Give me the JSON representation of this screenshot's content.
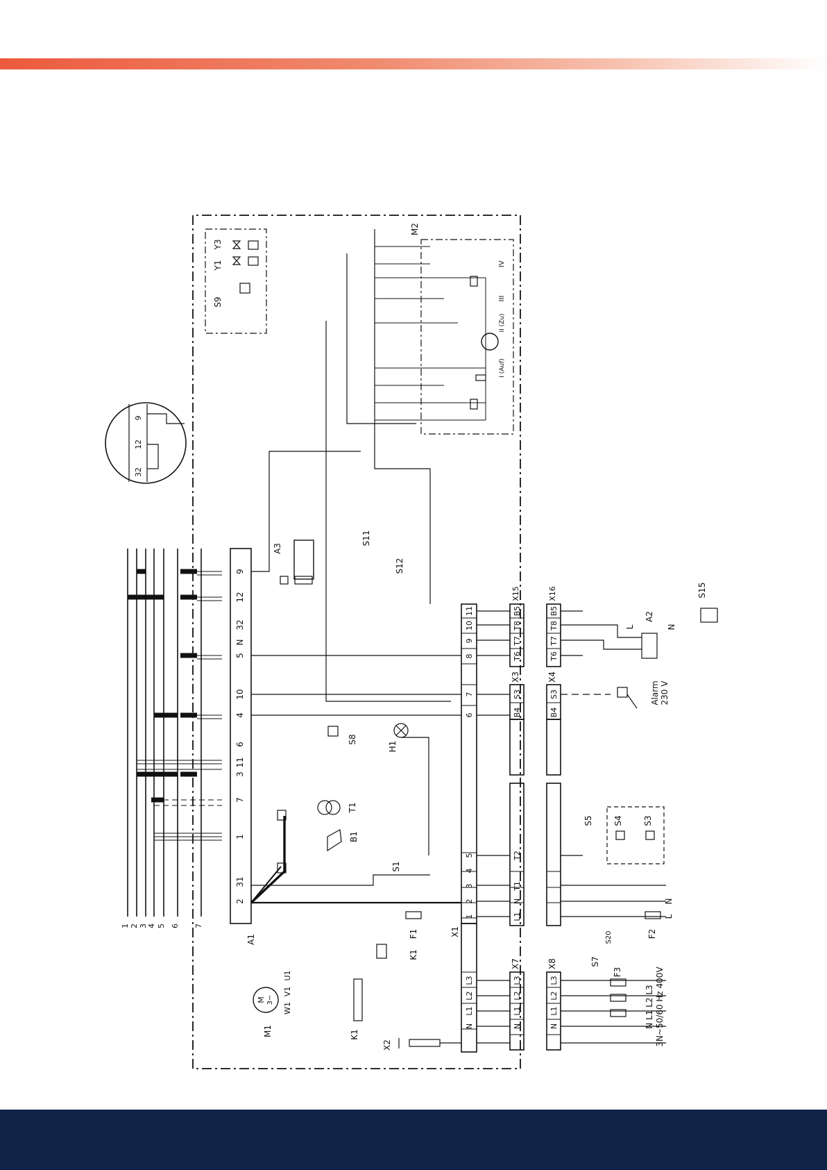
{
  "colors": {
    "stripe_start": "#ec5a3e",
    "stripe_end": "#ffffff",
    "footer": "#0f2347",
    "ink": "#111111"
  },
  "footer": {
    "text": ""
  },
  "diagram": {
    "bus_numbers": [
      "1",
      "2",
      "3",
      "4",
      "5",
      "6",
      "7"
    ],
    "a1_terminals": [
      "9",
      "12",
      "32",
      "N",
      "5",
      "10",
      "4",
      "6",
      "11",
      "3",
      "7",
      "1",
      "31",
      "2"
    ],
    "x1_terminals": [
      "11",
      "10",
      "9",
      "8",
      "7",
      "6",
      "5",
      "4",
      "3",
      "2",
      "1",
      "L3",
      "L2",
      "L1",
      "N"
    ],
    "x15_terminals": [
      "B5",
      "T8",
      "T7",
      "T6"
    ],
    "x16_terminals": [
      "B5",
      "T8",
      "T7",
      "T6"
    ],
    "x3_terminals": [
      "S3",
      "B4"
    ],
    "x4_terminals": [
      "S3",
      "B4"
    ],
    "x7_terminals": [
      "L3",
      "L2",
      "L1",
      "N"
    ],
    "x8_terminals": [
      "L3",
      "L2",
      "L1",
      "N"
    ],
    "x2_terminals": [
      "T2",
      "T1",
      "N",
      "L1"
    ],
    "labels": {
      "A1": "A1",
      "A2": "A2",
      "A3": "A3",
      "B1": "B1",
      "F1": "F1",
      "F2": "F2",
      "F3": "F3",
      "H1": "H1",
      "K1": "K1",
      "M1": "M1",
      "M2": "M2",
      "S1": "S1",
      "S3": "S3",
      "S4": "S4",
      "S5": "S5",
      "S7": "S7",
      "S8": "S8",
      "S9": "S9",
      "S11": "S11",
      "S12": "S12",
      "S15": "S15",
      "S20": "S20",
      "T1": "T1",
      "X1": "X1",
      "X2": "X2",
      "X3": "X3",
      "X4": "X4",
      "X7": "X7",
      "X8": "X8",
      "X15": "X15",
      "X16": "X16",
      "Y1": "Y1",
      "Y3": "Y3"
    },
    "alarm": "Alarm",
    "alarm_voltage": "230 V",
    "supply_phases": "N  L1  L2  L3",
    "supply_spec": "3N~50/60 Hz 400V",
    "motor_m1": "M",
    "motor_m1_type": "3~",
    "motor_windings": [
      "U1",
      "V1",
      "W1"
    ],
    "actuator_positions": [
      "I (Auf)",
      "II (Zu)",
      "III",
      "IV"
    ],
    "inset_numbers": [
      "32",
      "12",
      "9"
    ],
    "single_phase_labels": [
      "N",
      "L"
    ],
    "a2_labels": [
      "L",
      "N"
    ]
  }
}
